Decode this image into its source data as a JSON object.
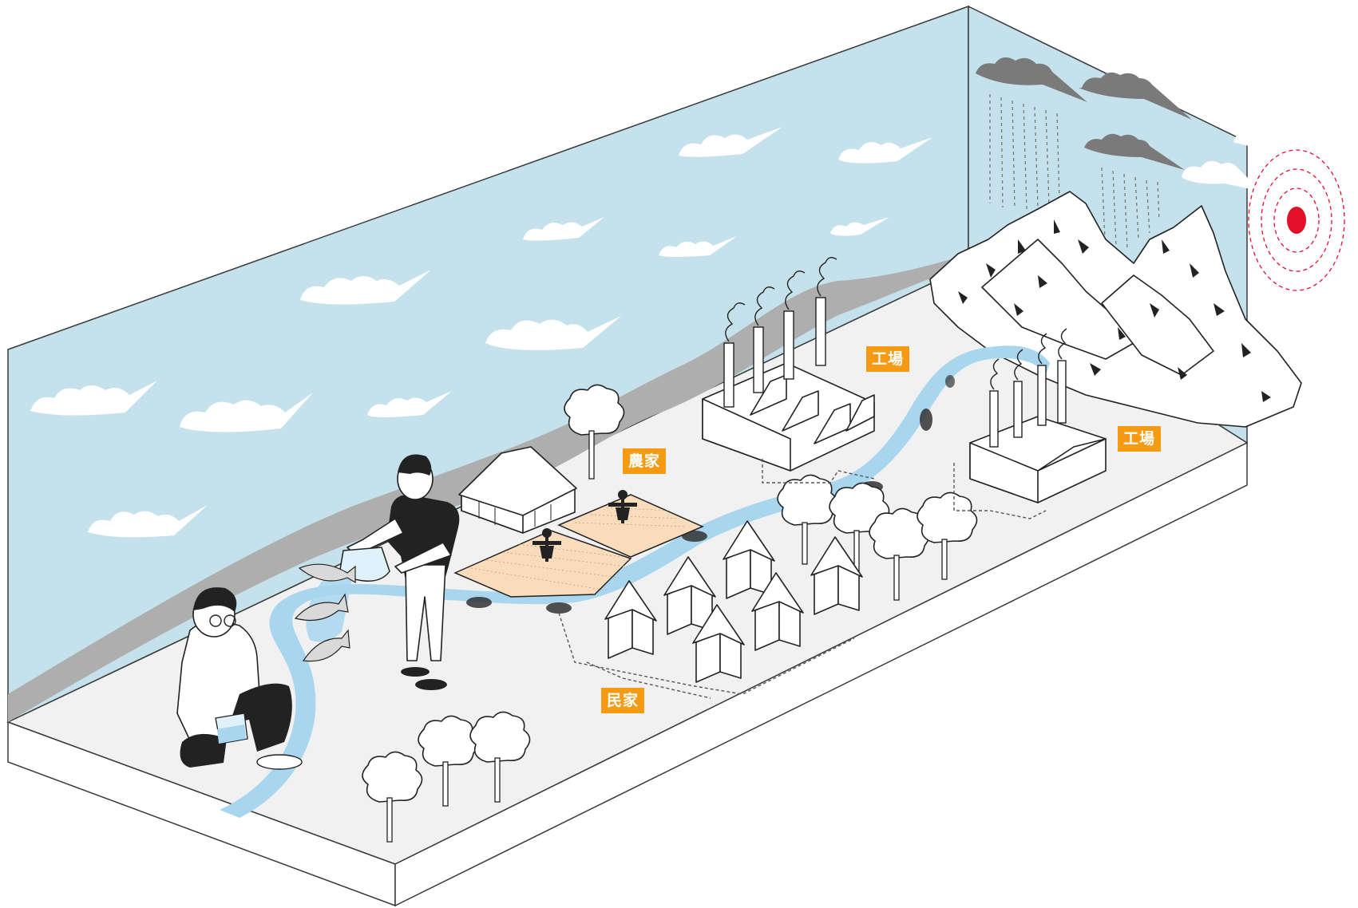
{
  "labels": {
    "farmhouse": "農家",
    "factory_left": "工場",
    "factory_right": "工場",
    "houses": "民家"
  },
  "colors": {
    "sky": "#c5e2ec",
    "river": "#a8d6ef",
    "ground": "#f1f1f1",
    "label_bg": "#f59a12",
    "alert": "#e3102a",
    "storm_cloud": "#7a7a7a"
  },
  "icons": {
    "scientist": "scientist-icon",
    "fisherman": "fisherman-icon",
    "alert_source": "alert-signal-icon",
    "rain": "rain-cloud-icon"
  }
}
